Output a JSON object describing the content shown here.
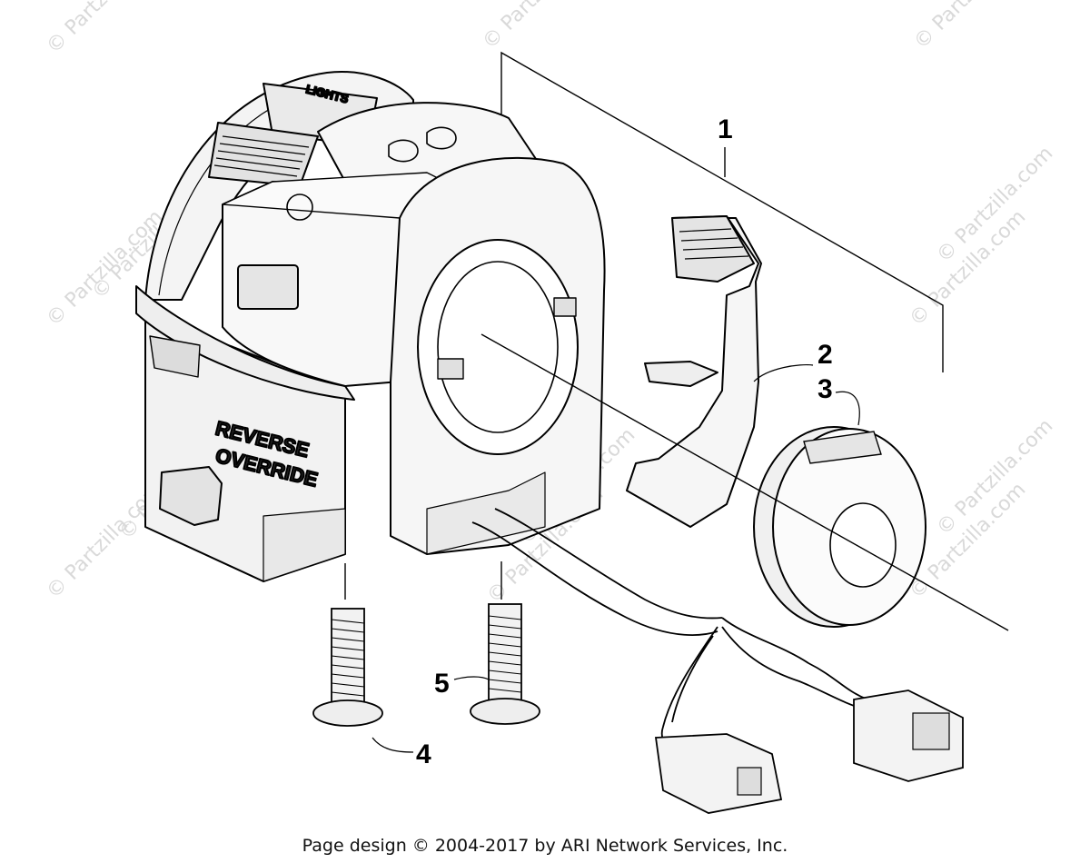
{
  "watermark": "© Partzilla.com",
  "watermarks_count": 13,
  "labels": {
    "lights": "LIGHTS",
    "reverse": "REVERSE",
    "override": "OVERRIDE"
  },
  "callouts": {
    "p1": "1",
    "p2": "2",
    "p3": "3",
    "p4": "4",
    "p5": "5"
  },
  "footer": "Page design © 2004-2017 by ARI Network Services, Inc."
}
